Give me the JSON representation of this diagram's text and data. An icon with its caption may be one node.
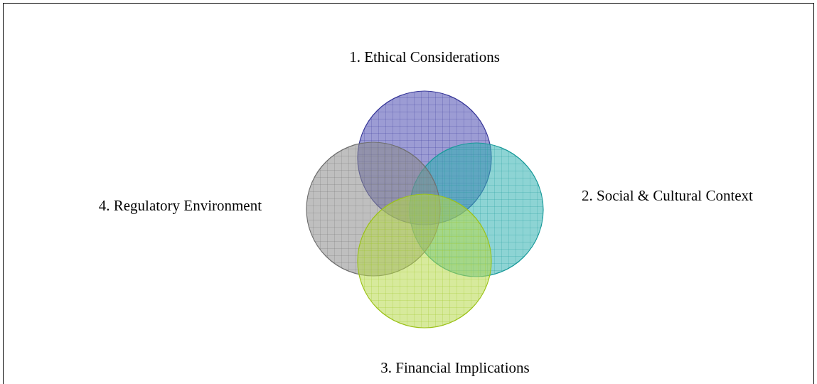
{
  "diagram": {
    "nodes": [
      {
        "text": [
          "1. Ethical Considerations"
        ]
      },
      {
        "text": [
          "2. Social & Cultural Context"
        ]
      },
      {
        "text": [
          "3. Financial Implications"
        ]
      },
      {
        "text": [
          "4. Regulatory Environment"
        ]
      }
    ]
  }
}
